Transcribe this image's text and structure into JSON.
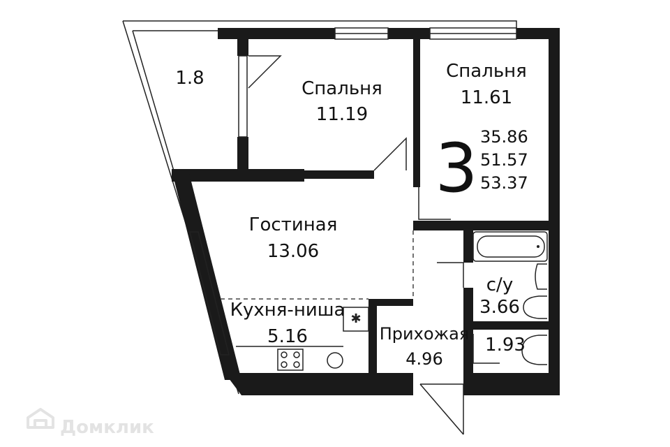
{
  "rooms": {
    "balcony_area": "1.8",
    "bedroom1_name": "Спальня",
    "bedroom1_area": "11.19",
    "bedroom2_name": "Спальня",
    "bedroom2_area": "11.61",
    "living_name": "Гостиная",
    "living_area": "13.06",
    "kitchen_name": "Кухня-ниша",
    "kitchen_area": "5.16",
    "hall_name": "Прихожая",
    "hall_area": "4.96",
    "bath_name": "с/у",
    "bath_area": "3.66",
    "wc_area": "1.93"
  },
  "summary": {
    "room_count": "3",
    "living_area": "35.86",
    "total_area": "51.57",
    "total_with_balcony": "53.37"
  },
  "watermark": {
    "text": "Домклик",
    "icon": "house-logo-icon"
  },
  "colors": {
    "wall": "#1a1a1a",
    "watermark": "#e3e3e3"
  }
}
